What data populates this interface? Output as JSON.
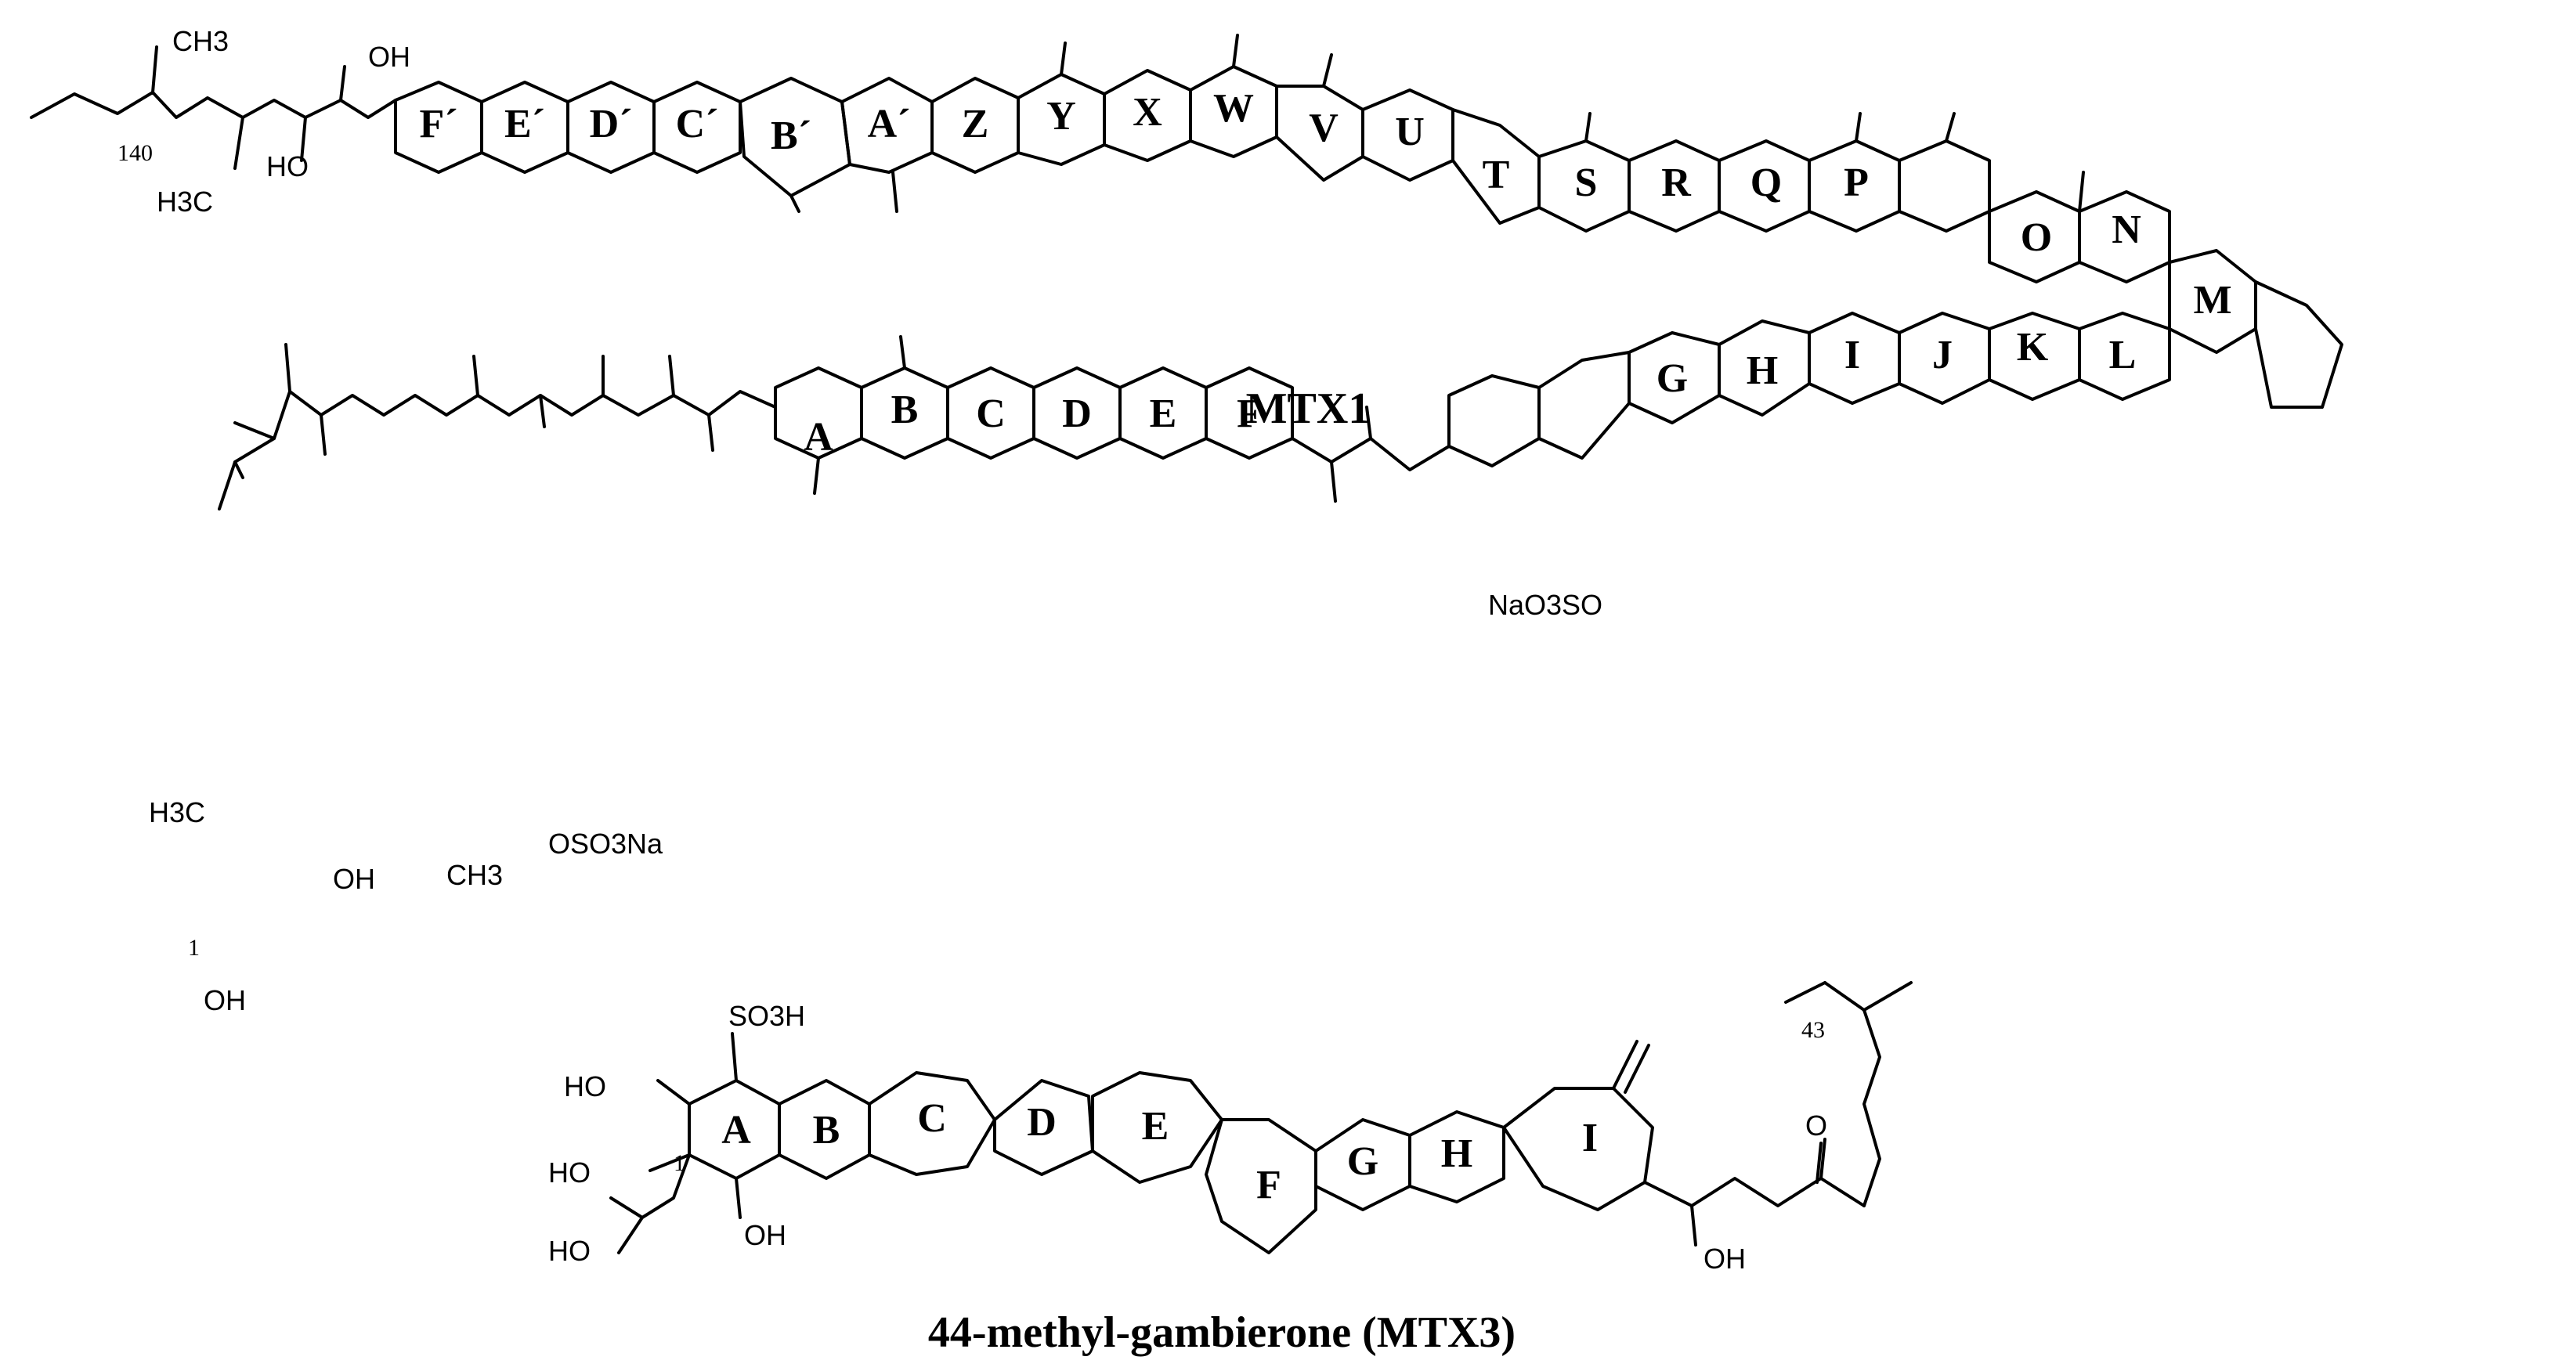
{
  "compounds": [
    {
      "id": "mtx1",
      "name": "MTX1",
      "position_labels": [
        "140",
        "1"
      ],
      "rings": [
        "F´",
        "E´",
        "D´",
        "C´",
        "B´",
        "A´",
        "Z",
        "Y",
        "X",
        "W",
        "V",
        "U",
        "T",
        "S",
        "R",
        "Q",
        "P",
        "O",
        "N",
        "M",
        "L",
        "K",
        "J",
        "I",
        "H",
        "G",
        "F",
        "E",
        "D",
        "C",
        "B",
        "A"
      ],
      "substituents": [
        "CH3",
        "H3C",
        "OH",
        "HO",
        "NaO3SO",
        "OSO3Na",
        "H3C",
        "CH3",
        "OH",
        "OH"
      ]
    },
    {
      "id": "mtx3",
      "name": "44-methyl-gambierone (MTX3)",
      "position_labels": [
        "43",
        "1"
      ],
      "rings": [
        "A",
        "B",
        "C",
        "D",
        "E",
        "F",
        "G",
        "H",
        "I"
      ],
      "substituents": [
        "SO3H",
        "HO",
        "HO",
        "HO",
        "OH",
        "OH",
        "O"
      ]
    }
  ]
}
